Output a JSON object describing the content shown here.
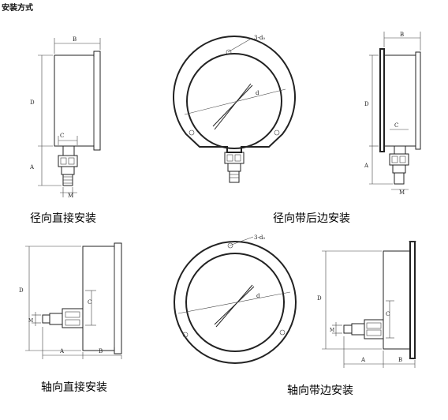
{
  "title": "安装方式",
  "captions": {
    "radial_direct": "径向直接安装",
    "radial_rear_flange": "径向带后边安装",
    "axial_direct": "轴向直接安装",
    "axial_flange": "轴向带边安装"
  },
  "dimension_labels": {
    "B": "B",
    "D": "D",
    "C": "C",
    "A": "A",
    "M": "M",
    "d": "d",
    "holes": "3-d₀"
  }
}
